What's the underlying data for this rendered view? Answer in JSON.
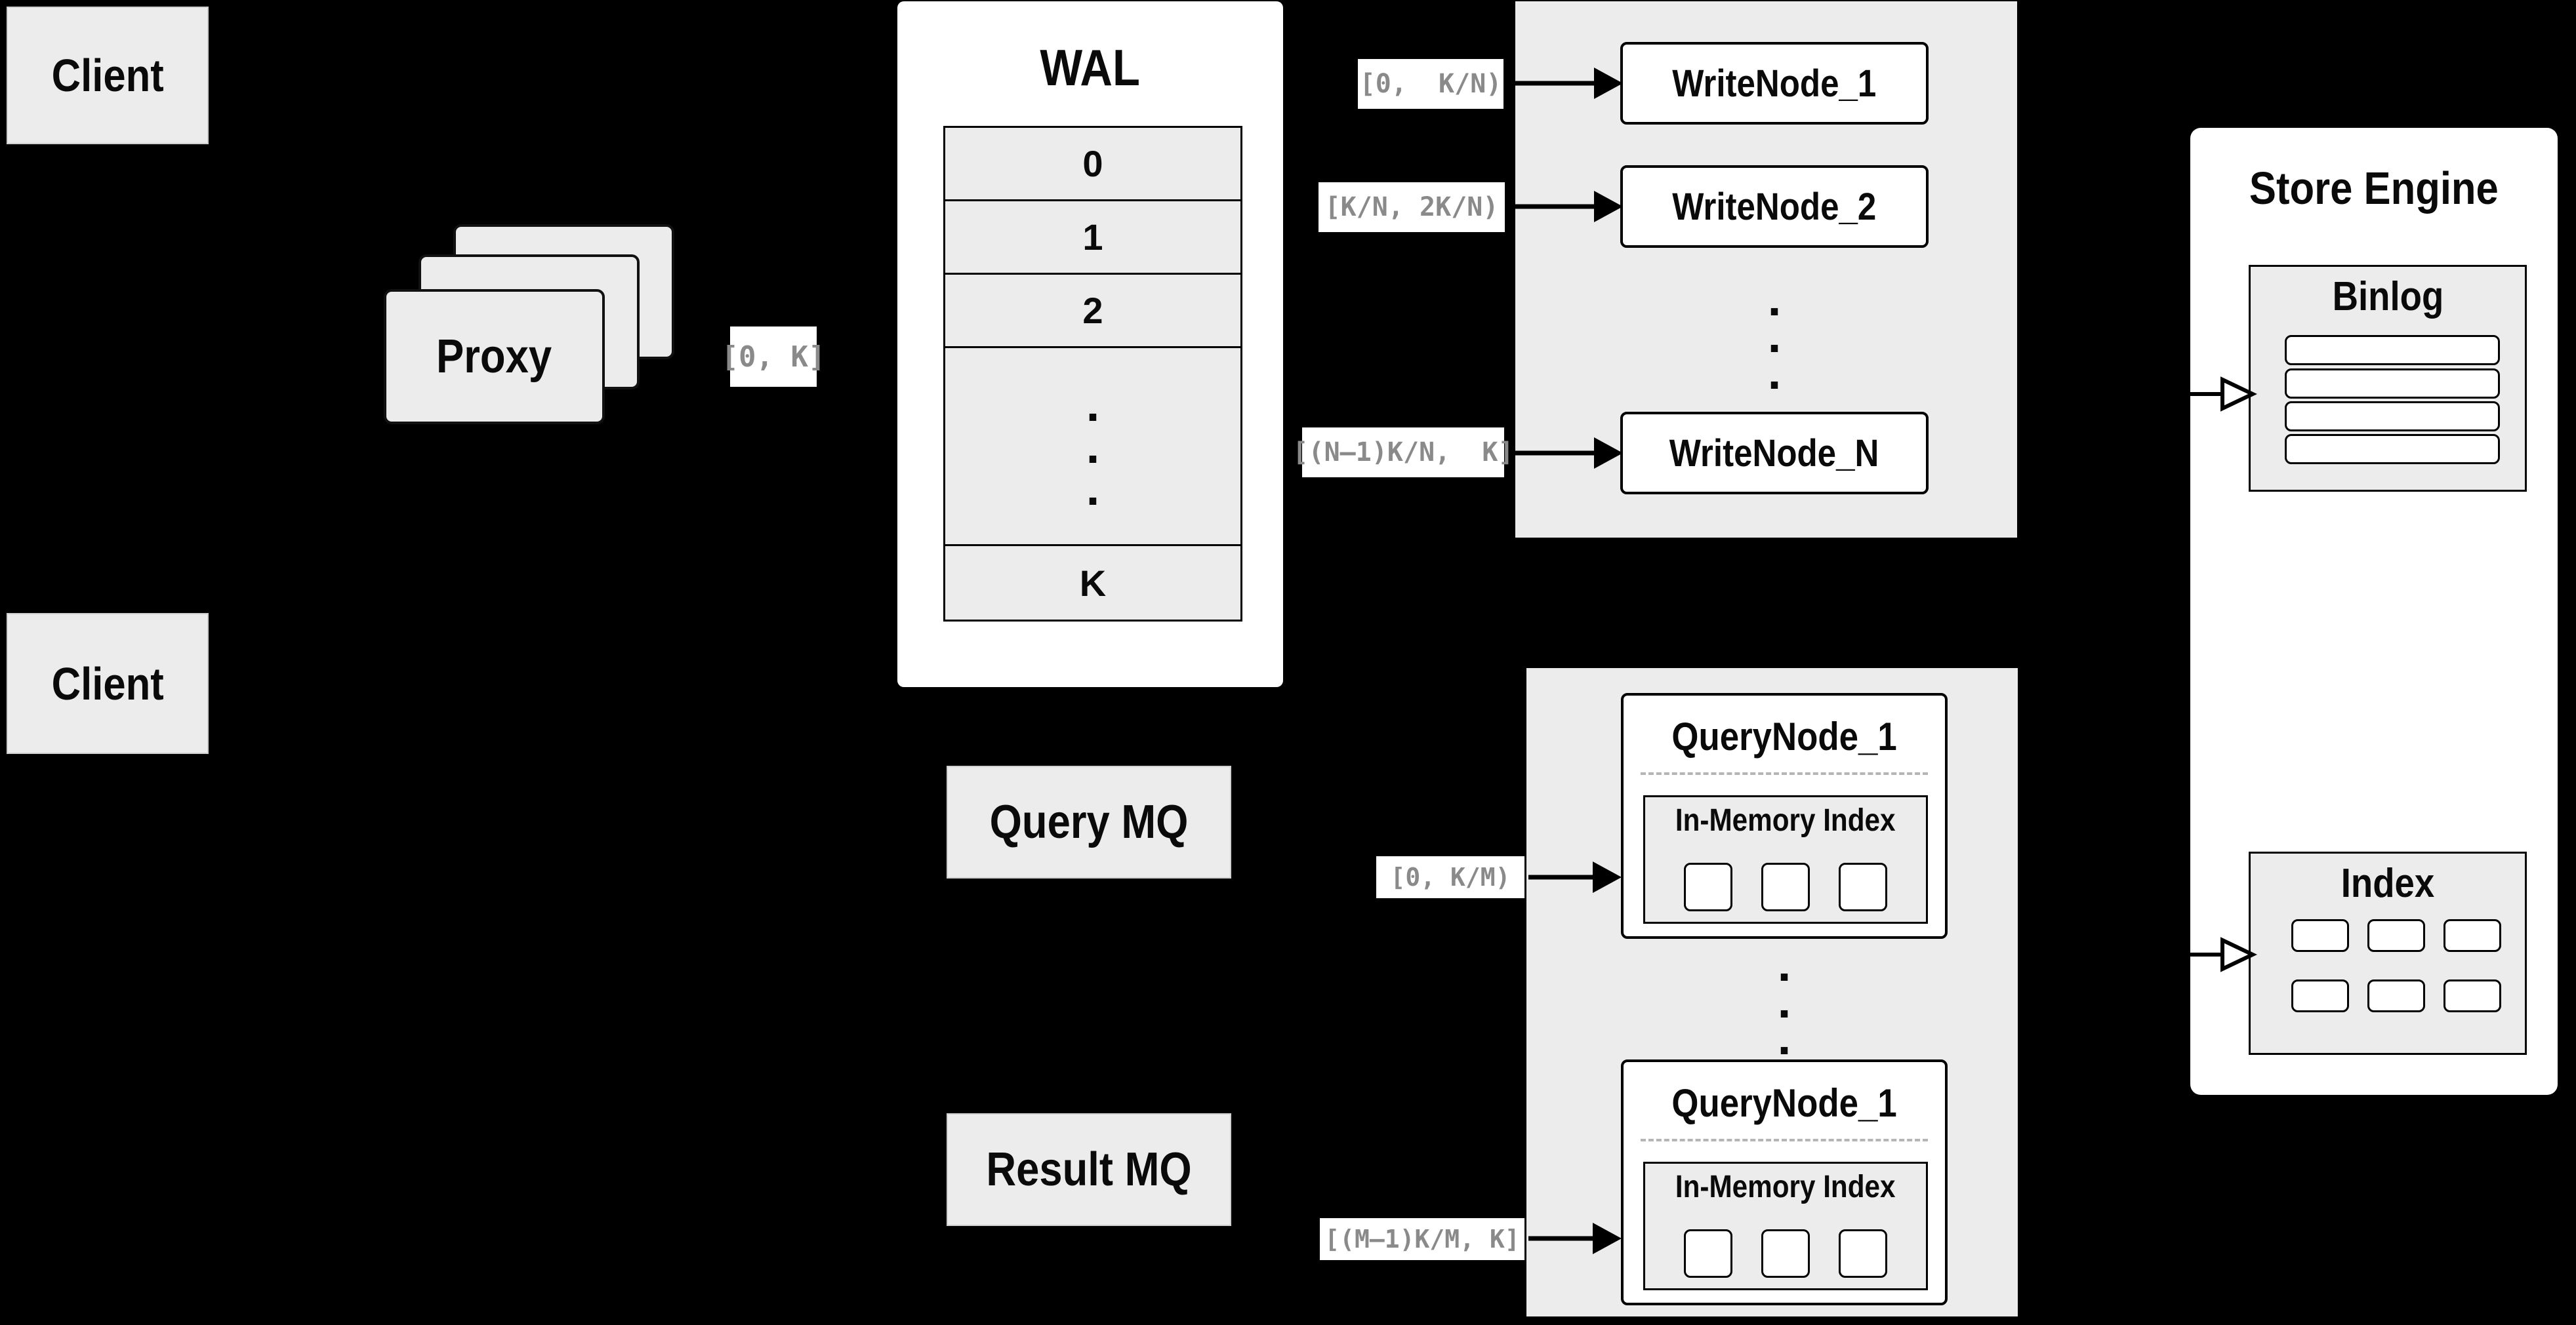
{
  "colors": {
    "background": "#000000",
    "panel_gray": "#ececec",
    "node_white": "#ffffff",
    "border": "#000000",
    "range_label_text": "#8a8a8a"
  },
  "clients": {
    "top_label": "Client",
    "bottom_label": "Client"
  },
  "proxy": {
    "label": "Proxy"
  },
  "ranges": {
    "proxy_to_wal": "[0, K]",
    "wal_to_write_1": "[0,  K/N)",
    "wal_to_write_2": "[K/N, 2K/N)",
    "wal_to_write_n": "[(N–1)K/N,  K]",
    "query_to_node_1": "[0, K/M)",
    "query_to_node_m": "[(M–1)K/M, K]"
  },
  "wal": {
    "title": "WAL",
    "segments": [
      "0",
      "1",
      "2",
      "K"
    ]
  },
  "write_nodes": {
    "node_1": "WriteNode_1",
    "node_2": "WriteNode_2",
    "node_n": "WriteNode_N"
  },
  "message_queues": {
    "query": "Query MQ",
    "result": "Result MQ"
  },
  "query_nodes": {
    "top": {
      "title": "QueryNode_1",
      "memory_label": "In-Memory Index"
    },
    "bottom": {
      "title": "QueryNode_1",
      "memory_label": "In-Memory Index"
    }
  },
  "store_engine": {
    "title": "Store Engine",
    "binlog_label": "Binlog",
    "index_label": "Index"
  },
  "glyphs": {
    "dot": "."
  }
}
